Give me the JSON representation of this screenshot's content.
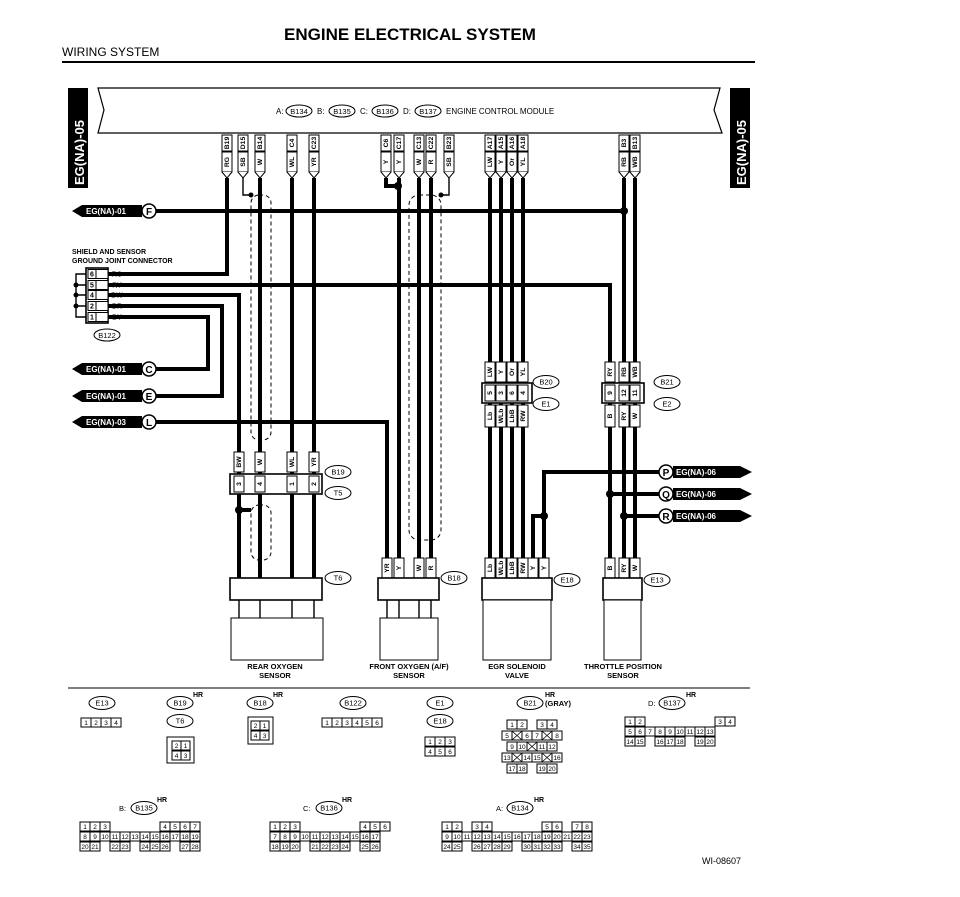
{
  "header": {
    "section": "WIRING SYSTEM",
    "title": "ENGINE ELECTRICAL SYSTEM",
    "page_code": "WI-08607"
  },
  "ecm": {
    "labels": {
      "a": "A:",
      "a_conn": "B134",
      "b": "B:",
      "b_conn": "B135",
      "c": "C:",
      "c_conn": "B136",
      "d": "D:",
      "d_conn": "B137",
      "name": "ENGINE CONTROL MODULE"
    },
    "side_tag": "EG(NA)-05",
    "pins": [
      "B19",
      "D15",
      "B14",
      "C4",
      "C23",
      "C6",
      "C17",
      "C13",
      "C22",
      "B23",
      "A17",
      "A15",
      "A16",
      "A18",
      "B3",
      "B13"
    ],
    "colors": [
      "RG",
      "SB",
      "W",
      "WL",
      "YR",
      "Y",
      "Y",
      "W",
      "R",
      "SB",
      "LW",
      "Y",
      "Or",
      "YL",
      "RB",
      "WB"
    ]
  },
  "refs": [
    {
      "code": "EG(NA)-01",
      "letter": "F"
    },
    {
      "code": "EG(NA)-01",
      "letter": "C"
    },
    {
      "code": "EG(NA)-01",
      "letter": "E"
    },
    {
      "code": "EG(NA)-03",
      "letter": "L"
    },
    {
      "code": "EG(NA)-06",
      "letter": "P"
    },
    {
      "code": "EG(NA)-06",
      "letter": "Q"
    },
    {
      "code": "EG(NA)-06",
      "letter": "R"
    }
  ],
  "joint": {
    "title1": "SHIELD AND SENSOR",
    "title2": "GROUND JOINT CONNECTOR",
    "conn": "B122",
    "rows": [
      {
        "n": "6",
        "c": "RG"
      },
      {
        "n": "5",
        "c": "RY"
      },
      {
        "n": "4",
        "c": "BW"
      },
      {
        "n": "2",
        "c": "BR"
      },
      {
        "n": "1",
        "c": "BY"
      }
    ]
  },
  "b19": {
    "conn1": "B19",
    "conn2": "T5",
    "top": [
      "BW",
      "W",
      "WL",
      "YR"
    ],
    "pins": [
      "3",
      "4",
      "1",
      "2"
    ]
  },
  "t6": {
    "conn": "T6",
    "pins": [
      "3",
      "4",
      "1",
      "2"
    ]
  },
  "b18": {
    "conn": "B18",
    "colors": [
      "YR",
      "Y",
      "W",
      "R"
    ],
    "pins": [
      "4",
      "3",
      "1",
      "2"
    ]
  },
  "b20": {
    "conn1": "B20",
    "conn2": "E1",
    "top": [
      "LW",
      "Y",
      "Or",
      "YL"
    ],
    "pins": [
      "5",
      "3",
      "6",
      "4"
    ],
    "bottom": [
      "Lb",
      "WLb",
      "LbB",
      "RW"
    ]
  },
  "e18": {
    "conn": "E18",
    "colors": [
      "Lb",
      "WLb",
      "LbB",
      "RW",
      "Y",
      "Y"
    ],
    "pins": [
      "1",
      "3",
      "4",
      "6",
      "2",
      "5"
    ]
  },
  "b21": {
    "conn1": "B21",
    "conn2": "E2",
    "top": [
      "RY",
      "RB",
      "WB"
    ],
    "pins": [
      "9",
      "12",
      "11"
    ],
    "bottom": [
      "B",
      "RY",
      "W"
    ]
  },
  "e13": {
    "conn": "E13",
    "colors": [
      "B",
      "RY",
      "W"
    ],
    "pins": [
      "2",
      "3",
      "1"
    ]
  },
  "components": {
    "rear1": "REAR OXYGEN",
    "rear2": "SENSOR",
    "front1": "FRONT OXYGEN (A/F)",
    "front2": "SENSOR",
    "egr1": "EGR SOLENOID",
    "egr2": "VALVE",
    "tps1": "THROTTLE POSITION",
    "tps2": "SENSOR"
  },
  "legend": {
    "e13": "E13",
    "b19": "B19",
    "t6": "T6",
    "b18": "B18",
    "b122": "B122",
    "e1": "E1",
    "e18": "E18",
    "b21": "B21",
    "b21_note": "(GRAY)",
    "d_prefix": "D:",
    "b137": "B137",
    "b_prefix": "B:",
    "b135": "B135",
    "c_prefix": "C:",
    "b136": "B136",
    "a_prefix": "A:",
    "b134": "B134",
    "hr": "HR"
  }
}
